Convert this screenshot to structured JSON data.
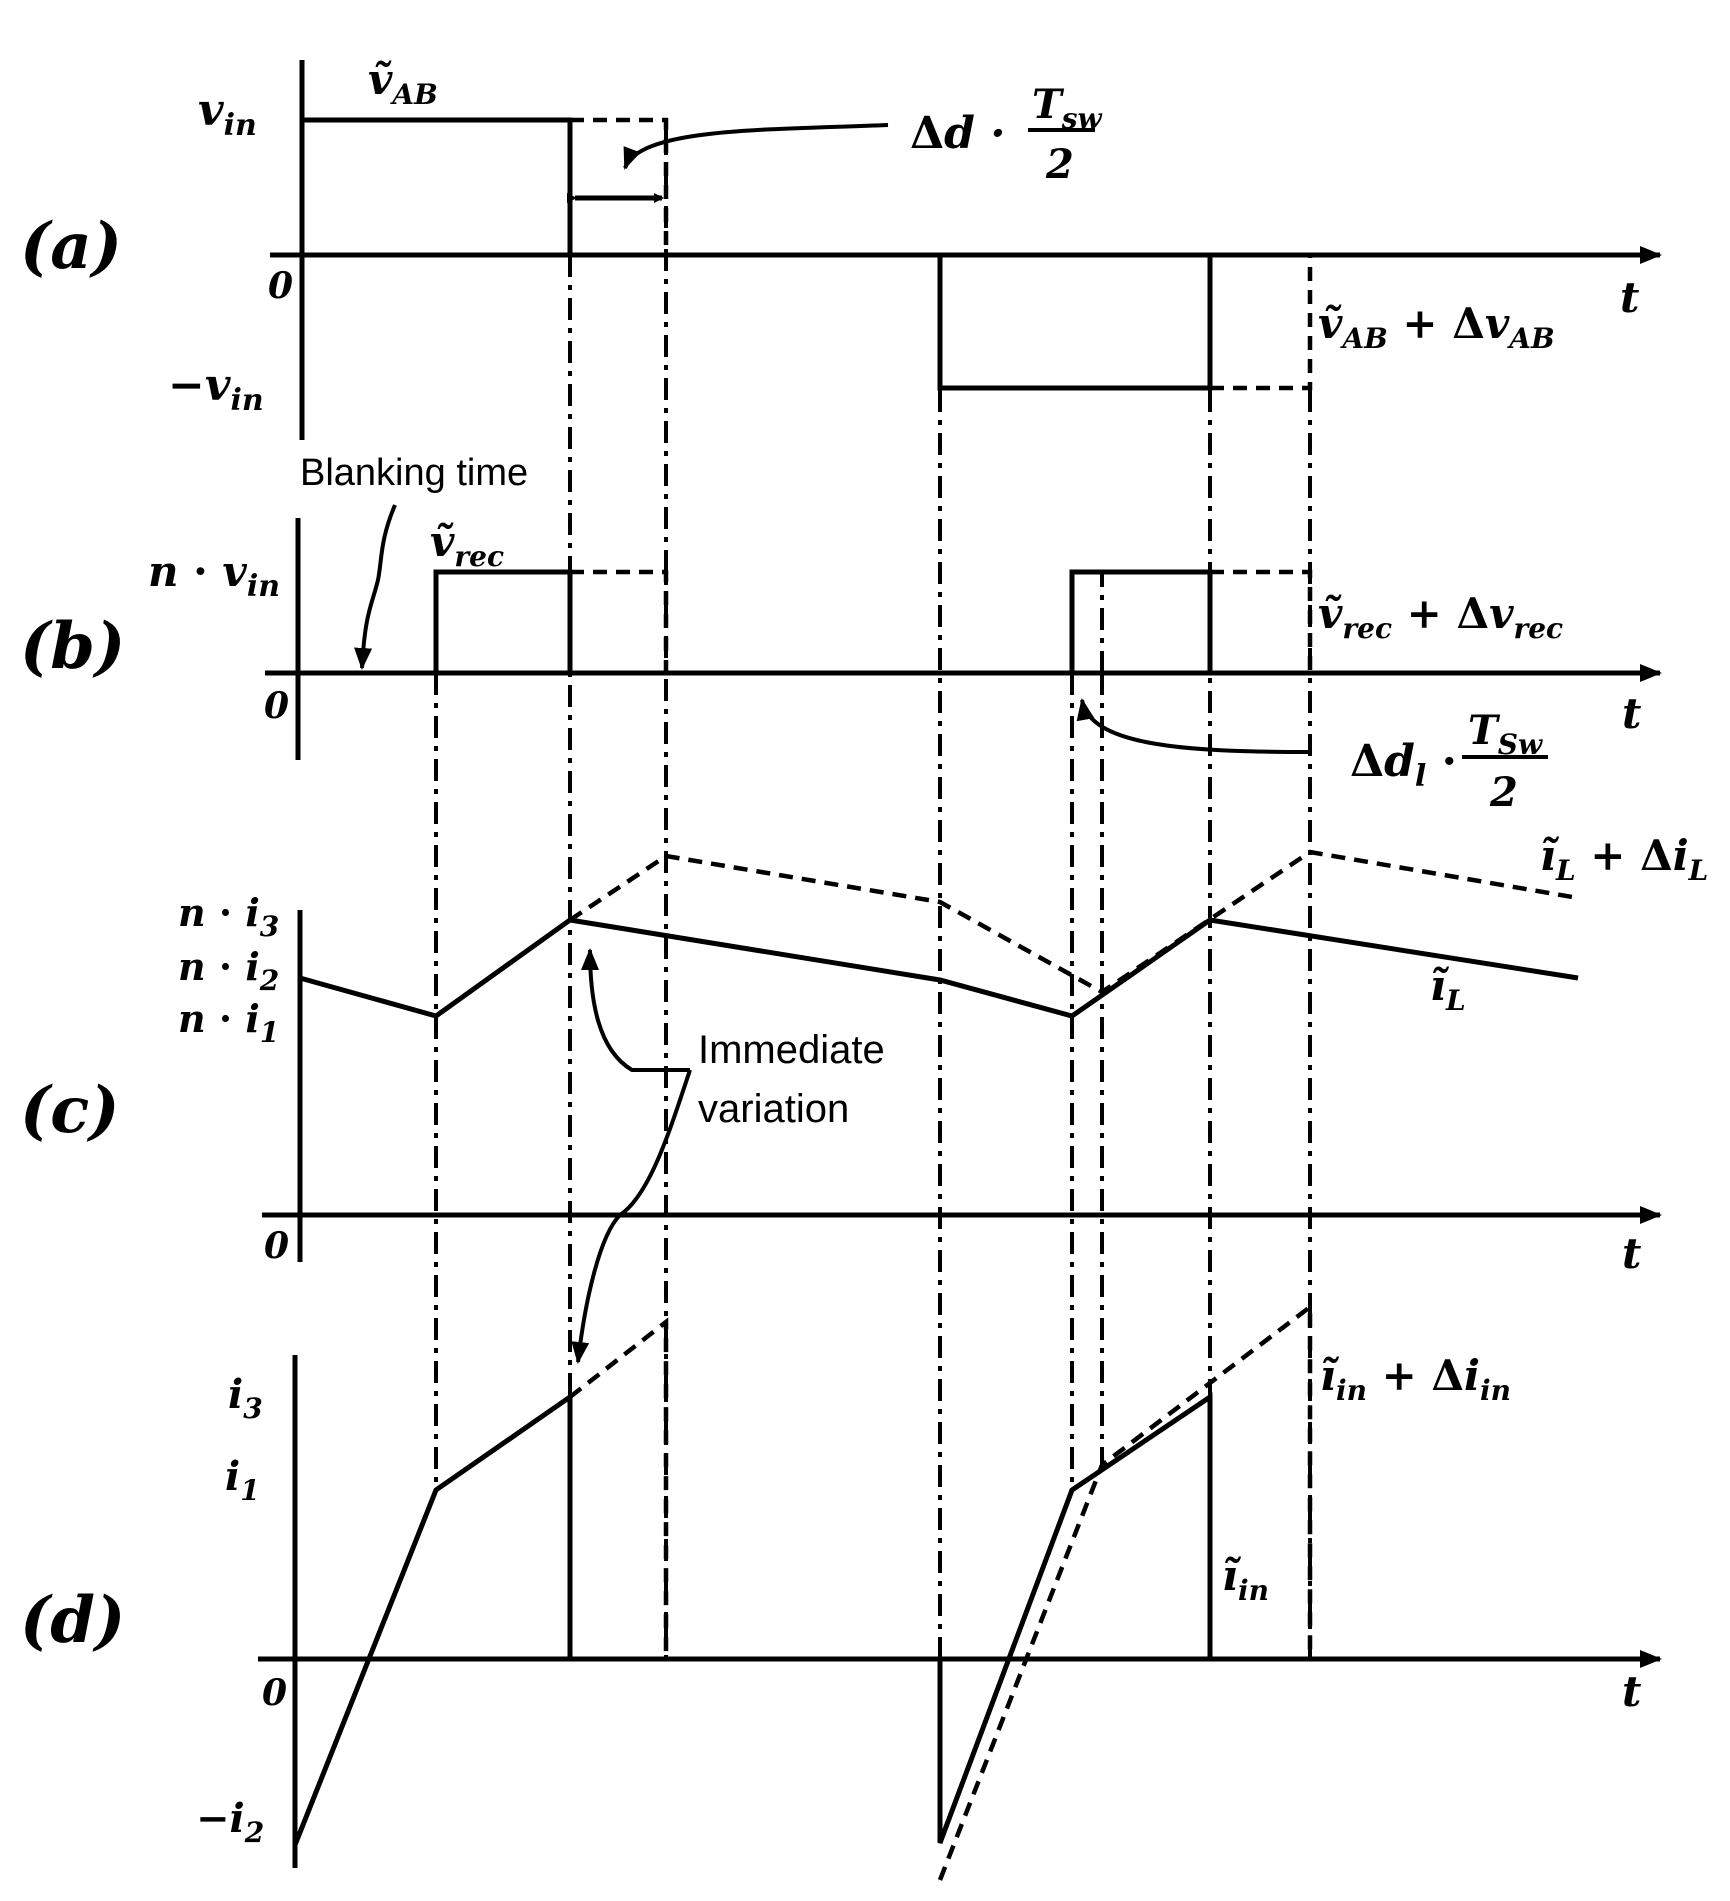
{
  "panels": {
    "a": {
      "tag": "(a)",
      "y_labels": [
        "v_in",
        "0",
        "−v_in"
      ],
      "t_label": "t",
      "curve_solid": "ṽ_AB",
      "curve_dashed": "ṽ_AB + Δv_AB",
      "annotation": "Δd · T_sw / 2"
    },
    "b": {
      "tag": "(b)",
      "y_labels": [
        "n · v_in",
        "0"
      ],
      "t_label": "t",
      "curve_solid": "ṽ_rec",
      "curve_dashed": "ṽ_rec + Δv_rec",
      "annotation": "Δd_l · T_Sw / 2",
      "note": "Blanking time"
    },
    "c": {
      "tag": "(c)",
      "y_labels": [
        "n · i_3",
        "n · i_2",
        "n · i_1",
        "0"
      ],
      "t_label": "t",
      "curve_solid": "ĩ_L",
      "curve_dashed": "ĩ_L + Δi_L",
      "note_line1": "Immediate",
      "note_line2": "variation"
    },
    "d": {
      "tag": "(d)",
      "y_labels": [
        "i_3",
        "i_1",
        "0",
        "−i_2"
      ],
      "t_label": "t",
      "curve_solid": "ĩ_in",
      "curve_dashed": "ĩ_in + Δi_in"
    }
  }
}
